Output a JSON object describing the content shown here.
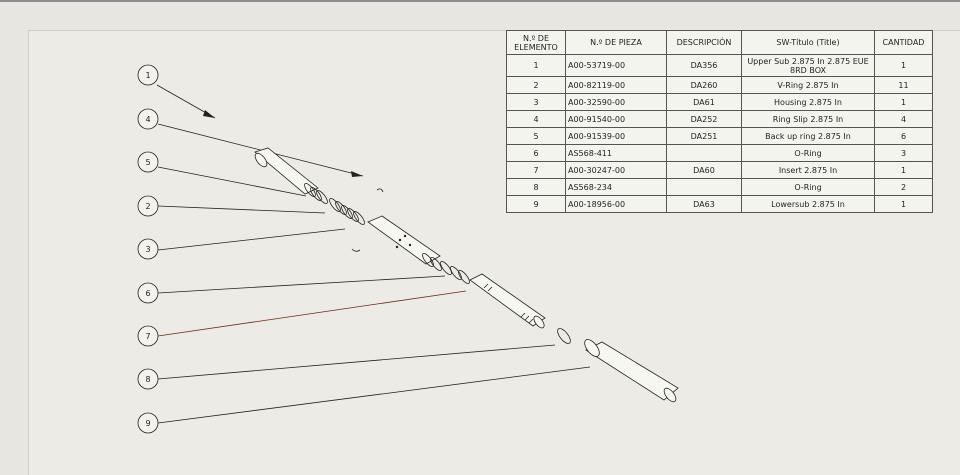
{
  "bom": {
    "headers": [
      "N.º DE\nELEMENTO",
      "N.º DE PIEZA",
      "DESCRIPCIÓN",
      "SW-Título (Title)",
      "CANTIDAD"
    ],
    "rows": [
      {
        "item": "1",
        "part_number": "A00-53719-00",
        "description": "DA356",
        "title": "Upper Sub 2.875 In 2.875 EUE 8RD BOX",
        "qty": "1"
      },
      {
        "item": "2",
        "part_number": "A00-82119-00",
        "description": "DA260",
        "title": "V-Ring 2.875 In",
        "qty": "11"
      },
      {
        "item": "3",
        "part_number": "A00-32590-00",
        "description": "DA61",
        "title": "Housing 2.875 In",
        "qty": "1"
      },
      {
        "item": "4",
        "part_number": "A00-91540-00",
        "description": "DA252",
        "title": "Ring Slip 2.875 In",
        "qty": "4"
      },
      {
        "item": "5",
        "part_number": "A00-91539-00",
        "description": "DA251",
        "title": "Back up ring 2.875 In",
        "qty": "6"
      },
      {
        "item": "6",
        "part_number": "AS568-411",
        "description": "",
        "title": "O-Ring",
        "qty": "3"
      },
      {
        "item": "7",
        "part_number": "A00-30247-00",
        "description": "DA60",
        "title": "Insert 2.875 In",
        "qty": "1"
      },
      {
        "item": "8",
        "part_number": "AS568-234",
        "description": "",
        "title": "O-Ring",
        "qty": "2"
      },
      {
        "item": "9",
        "part_number": "A00-18956-00",
        "description": "DA63",
        "title": "Lowersub 2.875 In",
        "qty": "1"
      }
    ]
  },
  "balloons": [
    "1",
    "4",
    "5",
    "2",
    "3",
    "6",
    "7",
    "8",
    "9"
  ],
  "colors": {
    "background": "#e7e6e0",
    "sheet": "#ecebe5",
    "line": "#222222",
    "leader_7": "#6b2a1a"
  }
}
